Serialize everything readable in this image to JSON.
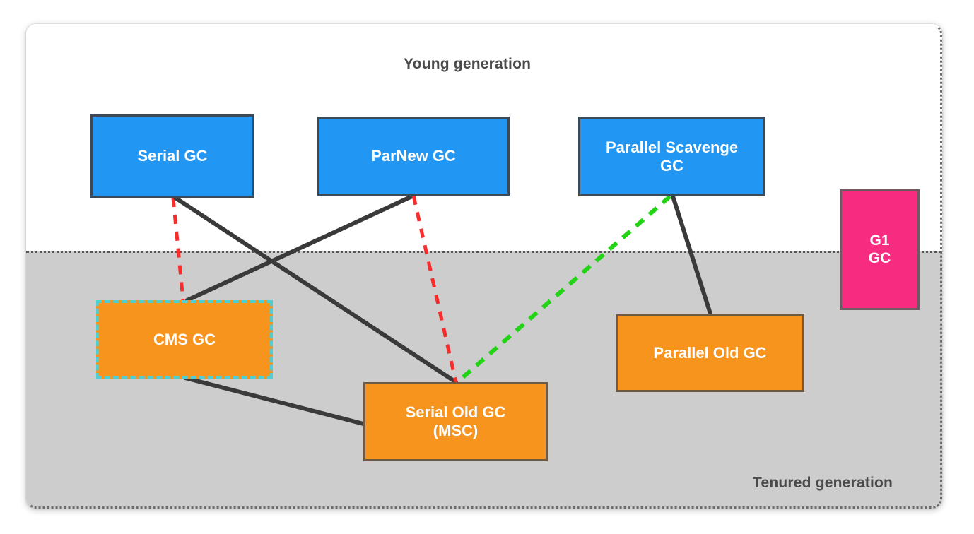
{
  "diagram": {
    "title_young": "Young generation",
    "title_tenured": "Tenured generation",
    "colors": {
      "young_bg": "#ffffff",
      "tenured_bg": "#cdcdcd",
      "young_node": "#2196f3",
      "old_node": "#f7941e",
      "g1_node": "#f72b7f",
      "cms_dash_border": "#4ecfd6",
      "solid_edge": "#3a3a3a",
      "red_dashed_edge": "#fa2b2b",
      "green_dashed_edge": "#22d316",
      "label_text": "#4a4a4a"
    },
    "nodes": [
      {
        "id": "serial-gc",
        "label": "Serial GC",
        "generation": "young",
        "color": "#2196f3"
      },
      {
        "id": "parnew-gc",
        "label": "ParNew GC",
        "generation": "young",
        "color": "#2196f3"
      },
      {
        "id": "parallel-scavenge-gc",
        "label": "Parallel Scavenge\nGC",
        "generation": "young",
        "color": "#2196f3"
      },
      {
        "id": "g1-gc",
        "label": "G1\nGC",
        "generation": "both",
        "color": "#f72b7f"
      },
      {
        "id": "cms-gc",
        "label": "CMS GC",
        "generation": "tenured",
        "color": "#f7941e"
      },
      {
        "id": "serial-old-gc",
        "label": "Serial Old GC\n(MSC)",
        "generation": "tenured",
        "color": "#f7941e"
      },
      {
        "id": "parallel-old-gc",
        "label": "Parallel Old GC",
        "generation": "tenured",
        "color": "#f7941e"
      }
    ],
    "node_labels": {
      "serial_gc": "Serial GC",
      "parnew_gc": "ParNew GC",
      "parallel_scavenge_gc_line1": "Parallel Scavenge",
      "parallel_scavenge_gc_line2": "GC",
      "g1_gc_line1": "G1",
      "g1_gc_line2": "GC",
      "cms_gc": "CMS GC",
      "serial_old_gc_line1": "Serial Old GC",
      "serial_old_gc_line2": "(MSC)",
      "parallel_old_gc": "Parallel Old GC"
    },
    "edges": [
      {
        "from": "serial-gc",
        "to": "cms-gc",
        "style": "dashed",
        "color": "#fa2b2b"
      },
      {
        "from": "serial-gc",
        "to": "serial-old-gc",
        "style": "solid",
        "color": "#3a3a3a"
      },
      {
        "from": "parnew-gc",
        "to": "cms-gc",
        "style": "solid",
        "color": "#3a3a3a"
      },
      {
        "from": "parnew-gc",
        "to": "serial-old-gc",
        "style": "dashed",
        "color": "#fa2b2b"
      },
      {
        "from": "parallel-scavenge-gc",
        "to": "serial-old-gc",
        "style": "dashed",
        "color": "#22d316"
      },
      {
        "from": "parallel-scavenge-gc",
        "to": "parallel-old-gc",
        "style": "solid",
        "color": "#3a3a3a"
      },
      {
        "from": "cms-gc",
        "to": "serial-old-gc",
        "style": "solid",
        "color": "#3a3a3a"
      }
    ]
  }
}
